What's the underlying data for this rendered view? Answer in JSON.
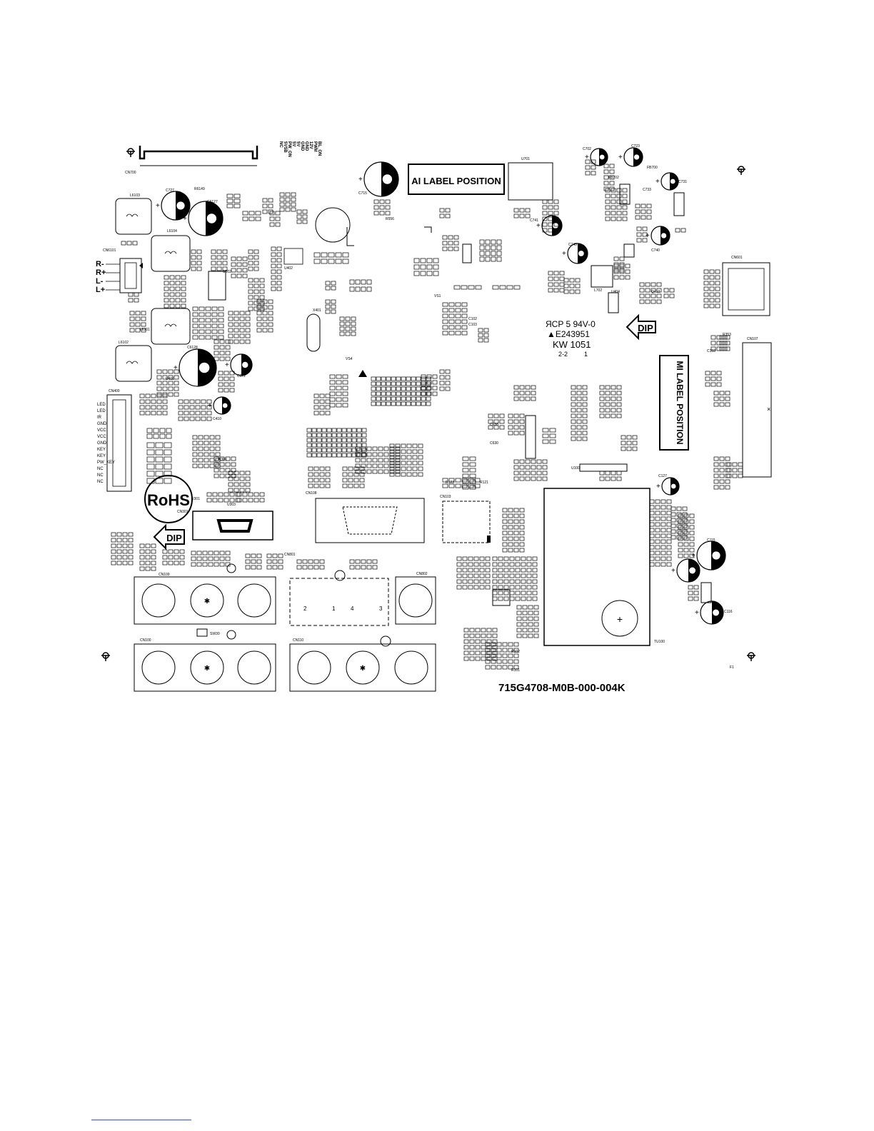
{
  "board": {
    "part_number": "715G4708-M0B-000-004K",
    "ai_label": "AI LABEL POSITION",
    "mi_label": "MI LABEL POSITION",
    "rohs": "RoHS",
    "dip_top": "DIP",
    "dip_left": "DIP",
    "ul_line1": "ЯCP 5 94V-0",
    "ul_line2": "▲E243951",
    "ul_line3": "KW 1051",
    "ul_line4": "2-2",
    "ul_line5": "1",
    "audio_pins": [
      "R-",
      "R+",
      "L-",
      "L+"
    ],
    "panel_pins": [
      "LED",
      "LED",
      "IR",
      "GND",
      "VCC",
      "VCC",
      "GND",
      "KEY",
      "KEY",
      "PW_KEY",
      "NC",
      "NC",
      "NC"
    ],
    "power_pins": [
      "BL_ON",
      "PWM",
      "12V",
      "GND",
      "GND",
      "5V",
      "5V",
      "PW_ON",
      "5VSB",
      "NC"
    ],
    "refs": {
      "cn700": "CN700",
      "cn101": "CN6101",
      "cn400": "CN400",
      "cn601": "CN601",
      "cn107": "CN107",
      "cn108": "CN108",
      "cn103": "CN103",
      "cn100": "CN100",
      "cn110": "CN110",
      "cn801": "CN801",
      "cn109": "CN109",
      "cn802": "CN802",
      "tu100": "TU100",
      "u701": "U701",
      "l6103": "L6103",
      "l6104": "L6104",
      "l6101": "L6101",
      "l6102": "L6102",
      "u401": "U401",
      "cn301": "CN301",
      "c727": "C727",
      "c6127": "C6127",
      "c6128": "C6128",
      "c715": "C715",
      "c743": "C743",
      "c741": "C741",
      "c740": "C740",
      "c702": "C702",
      "c723": "C723",
      "c731": "C731",
      "c115": "C115",
      "c116": "C116",
      "c127": "C127",
      "c410": "C410",
      "c672": "C672",
      "x401": "X401",
      "u402": "U402",
      "u502": "U502",
      "l702": "L702",
      "u100": "U100",
      "r301": "R301",
      "r6149": "R6149",
      "fb702": "FB702",
      "u404": "U404",
      "r353": "R353",
      "c193": "C193",
      "q410": "Q410",
      "c733": "C733",
      "fb700": "FB700",
      "r556": "R556",
      "vs4": "VS4",
      "vs1": "VS1",
      "c636": "C636",
      "c630": "C630",
      "r123": "R123",
      "r121": "R121",
      "r102": "R102",
      "r101": "R101",
      "c102": "C102",
      "c103": "C103",
      "sw30": "SW30",
      "f1": "F1",
      "u301": "U301",
      "u303": "U303"
    }
  }
}
